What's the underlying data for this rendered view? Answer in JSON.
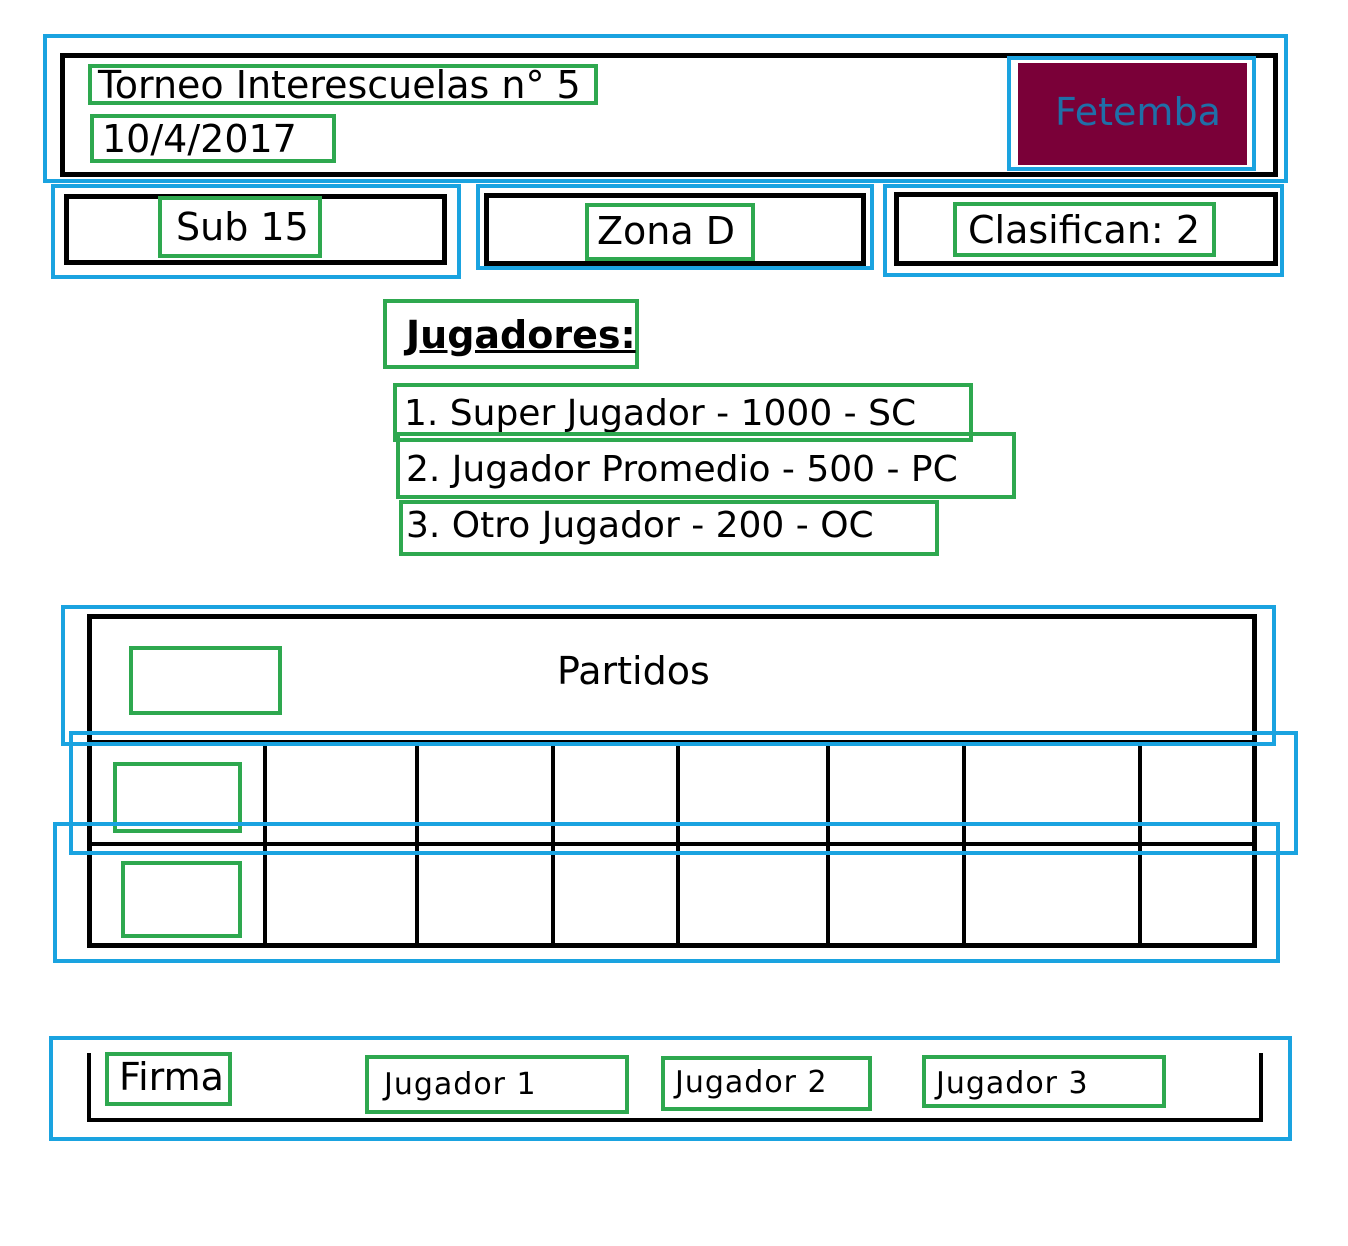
{
  "header": {
    "title": "Torneo Interescuelas n° 5",
    "date": "10/4/2017",
    "logo": {
      "text": "Fetemba",
      "bg": "#7a0038",
      "fg": "#1f6fa8"
    }
  },
  "info": {
    "category": "Sub 15",
    "zone": "Zona D",
    "qualify": "Clasifican: 2"
  },
  "players": {
    "heading": "Jugadores:",
    "items": [
      "1. Super Jugador - 1000 - SC",
      "2. Jugador Promedio - 500 - PC",
      "3. Otro Jugador - 200 - OC"
    ]
  },
  "matches": {
    "title": "Partidos"
  },
  "signatures": {
    "label": "Firma",
    "players": [
      "Jugador 1",
      "Jugador 2",
      "Jugador 3"
    ]
  },
  "colors": {
    "container_outline": "#1aa3e0",
    "element_outline": "#2ea84f",
    "frame": "#000000"
  }
}
